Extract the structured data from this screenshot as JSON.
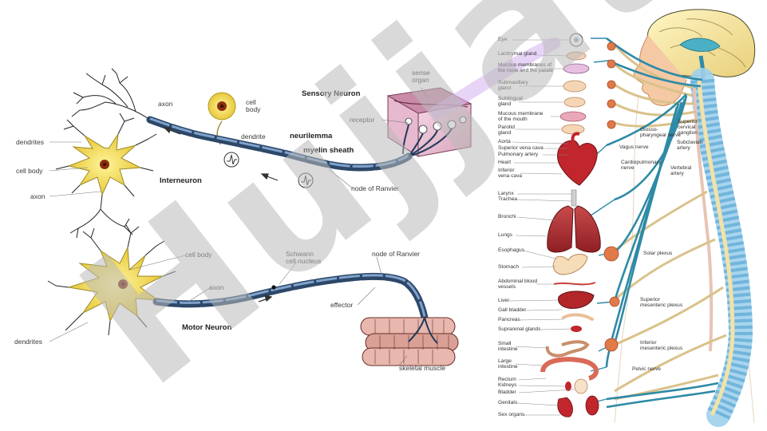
{
  "colors": {
    "neuron_body": "#f3d94a",
    "nucleus": "#8b2d10",
    "axon": "#4f6f96",
    "nerve_yellow": "#d9c28a",
    "nerve_teal": "#2e8aa6",
    "spine": "#6fb6dd",
    "heart": "#c0262c",
    "watermark": "#b9b9b9",
    "purple_band": "#d9b8f2"
  },
  "neuron": {
    "sensory_title": "Sensory Neuron",
    "interneuron_title": "Interneuron",
    "motor_title": "Motor Neuron",
    "axon_top": "axon",
    "cell_body_top": "cell\nbody",
    "dendrite": "dendrite",
    "neurilemma": "neurilemma",
    "myelin_sheath": "myelin sheath",
    "sense_organ": "sense\norgan",
    "receptor": "receptor",
    "node_of_ranvier_top": "node of Ranvier",
    "dendrites_left": "dendrites",
    "cell_body_left": "cell body",
    "axon_left": "axon",
    "cell_body_motor": "cell body",
    "schwann": "Schwann\ncell nucleus",
    "node_of_ranvier_bottom": "node of Ranvier",
    "axon_motor": "axon",
    "effector": "effector",
    "dendrites_bottom": "dendrites",
    "skeletal_muscle": "skeletal muscle"
  },
  "system": {
    "left_labels": [
      "Eye",
      "Lachrymal gland",
      "Mucous membranes of\nthe nose and the palate",
      "Submaxillary\ngland",
      "Sublingual\ngland",
      "Mucous membrane\nof the mouth",
      "Parotid\ngland",
      "Aorta",
      "Superior vena cava",
      "Pulmonary artery",
      "Heart",
      "Inferior\nvena cava",
      "Larynx",
      "Trachea",
      "Bronchi",
      "Lungs",
      "Esophagus",
      "Stomach",
      "Abdominal blood\nvessels",
      "Liver",
      "Gall bladder",
      "Pancreas",
      "Suprarenal glands",
      "Small\nintestine",
      "Large\nintestine",
      "Rectum",
      "Kidneys",
      "Bladder",
      "Genitals",
      "Sex organs"
    ],
    "glossopharyngeal": "Glosso-\npharyngeal nerve",
    "vagus": "Vagus nerve",
    "cardiopulmonary": "Cardiopulmonary\nnerve",
    "superior_cervical": "Superior\ncervical\nganglion",
    "subclavian": "Subclavian\nartery",
    "vertebral": "Vertebral\nartery",
    "solar_plexus": "Solar plexus",
    "superior_mesenteric": "Superior\nmesenteric plexus",
    "inferior_mesenteric": "Inferior\nmesenteric plexus",
    "pelvic_nerve": "Pelvic nerve"
  },
  "watermark": {
    "text": "Hujjat"
  }
}
